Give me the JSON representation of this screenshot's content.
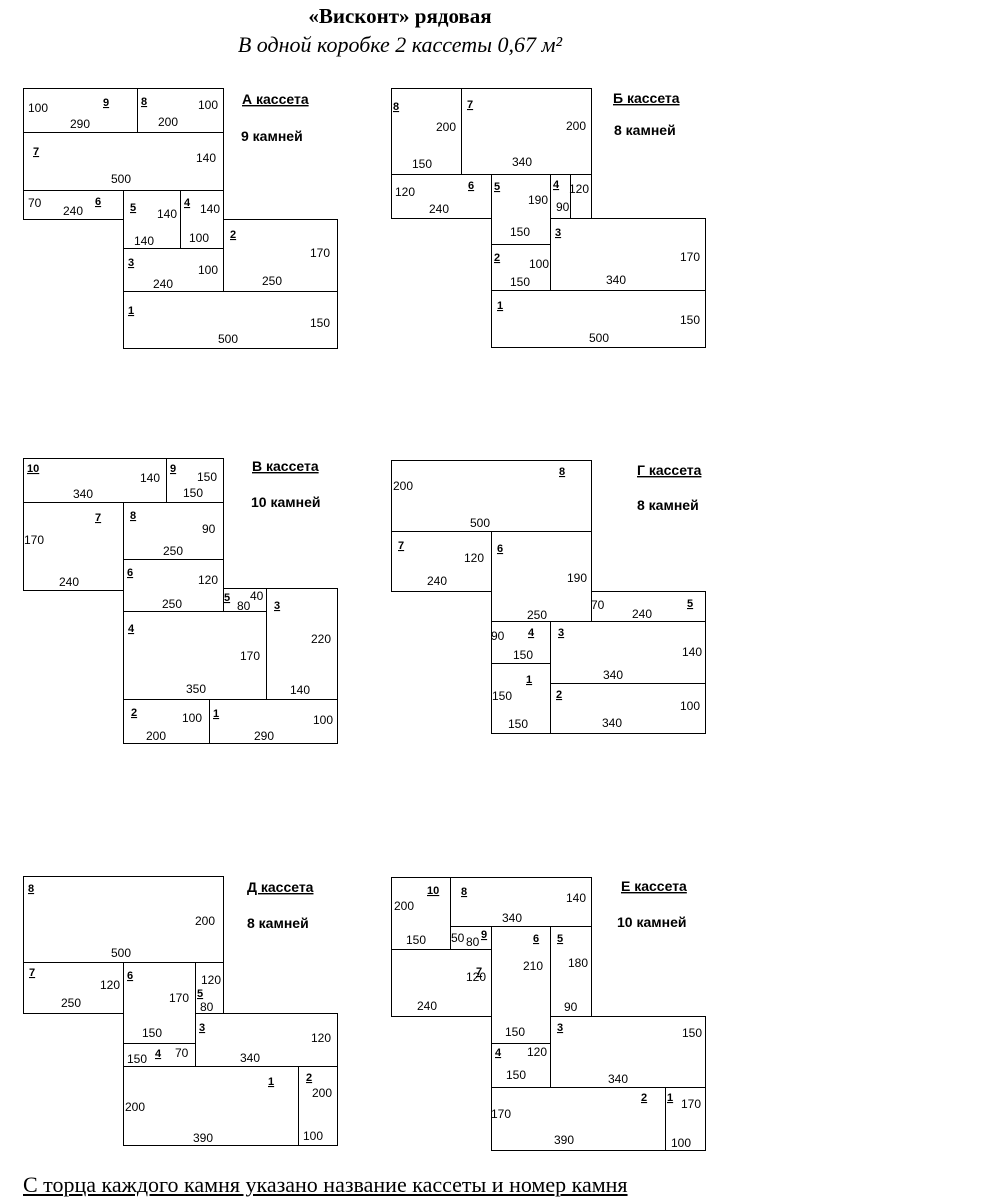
{
  "header": {
    "title": "«Висконт» рядовая",
    "subtitle": "В одной коробке 2 кассеты  0,67 м²"
  },
  "footer": {
    "note": "С торца каждого камня указано название кассеты и номер камня"
  },
  "cassettes": [
    {
      "id": "a",
      "title": "А кассета",
      "count": "9 камней",
      "stones": [
        {
          "num": "1",
          "dims": [
            "150",
            "500"
          ]
        },
        {
          "num": "2",
          "dims": [
            "170",
            "250"
          ]
        },
        {
          "num": "3",
          "dims": [
            "100",
            "240"
          ]
        },
        {
          "num": "4",
          "dims": [
            "140",
            "100"
          ]
        },
        {
          "num": "5",
          "dims": [
            "140",
            "140"
          ]
        },
        {
          "num": "6",
          "dims": [
            "70",
            "240"
          ]
        },
        {
          "num": "7",
          "dims": [
            "140",
            "500"
          ]
        },
        {
          "num": "8",
          "dims": [
            "100",
            "200"
          ]
        },
        {
          "num": "9",
          "dims": [
            "100",
            "290"
          ]
        }
      ]
    },
    {
      "id": "b",
      "title": "Б кассета",
      "count": "8 камней",
      "stones": [
        {
          "num": "1",
          "dims": [
            "150",
            "500"
          ]
        },
        {
          "num": "2",
          "dims": [
            "100",
            "150"
          ]
        },
        {
          "num": "3",
          "dims": [
            "170",
            "340"
          ]
        },
        {
          "num": "4",
          "dims": [
            "120",
            "90"
          ]
        },
        {
          "num": "5",
          "dims": [
            "190",
            "150"
          ]
        },
        {
          "num": "6",
          "dims": [
            "120",
            "240"
          ]
        },
        {
          "num": "7",
          "dims": [
            "200",
            "340"
          ]
        },
        {
          "num": "8",
          "dims": [
            "200",
            "150"
          ]
        }
      ]
    },
    {
      "id": "v",
      "title": "В кассета",
      "count": "10 камней",
      "stones": [
        {
          "num": "1",
          "dims": [
            "100",
            "290"
          ]
        },
        {
          "num": "2",
          "dims": [
            "100",
            "200"
          ]
        },
        {
          "num": "3",
          "dims": [
            "220",
            "140"
          ]
        },
        {
          "num": "4",
          "dims": [
            "170",
            "350"
          ]
        },
        {
          "num": "5",
          "dims": [
            "40",
            "80"
          ]
        },
        {
          "num": "6",
          "dims": [
            "120",
            "250"
          ]
        },
        {
          "num": "7",
          "dims": [
            "170",
            "240"
          ]
        },
        {
          "num": "8",
          "dims": [
            "90",
            "250"
          ]
        },
        {
          "num": "9",
          "dims": [
            "150",
            "150"
          ]
        },
        {
          "num": "10",
          "dims": [
            "140",
            "340"
          ]
        }
      ]
    },
    {
      "id": "g",
      "title": "Г кассета",
      "count": "8 камней",
      "stones": [
        {
          "num": "1",
          "dims": [
            "150",
            "150"
          ]
        },
        {
          "num": "2",
          "dims": [
            "100",
            "340"
          ]
        },
        {
          "num": "3",
          "dims": [
            "140",
            "340"
          ]
        },
        {
          "num": "4",
          "dims": [
            "90",
            "150"
          ]
        },
        {
          "num": "5",
          "dims": [
            "70",
            "240"
          ]
        },
        {
          "num": "6",
          "dims": [
            "190",
            "250"
          ]
        },
        {
          "num": "7",
          "dims": [
            "120",
            "240"
          ]
        },
        {
          "num": "8",
          "dims": [
            "200",
            "500"
          ]
        }
      ]
    },
    {
      "id": "d",
      "title": "Д кассета",
      "count": "8 камней",
      "stones": [
        {
          "num": "1",
          "dims": [
            "200",
            "390"
          ]
        },
        {
          "num": "2",
          "dims": [
            "200",
            "100"
          ]
        },
        {
          "num": "3",
          "dims": [
            "120",
            "340"
          ]
        },
        {
          "num": "4",
          "dims": [
            "150",
            "70"
          ]
        },
        {
          "num": "5",
          "dims": [
            "120",
            "80"
          ]
        },
        {
          "num": "6",
          "dims": [
            "170",
            "150"
          ]
        },
        {
          "num": "7",
          "dims": [
            "120",
            "250"
          ]
        },
        {
          "num": "8",
          "dims": [
            "200",
            "500"
          ]
        }
      ]
    },
    {
      "id": "e",
      "title": "Е кассета",
      "count": "10 камней",
      "stones": [
        {
          "num": "1",
          "dims": [
            "170",
            "100"
          ]
        },
        {
          "num": "2",
          "dims": [
            "170",
            "390"
          ]
        },
        {
          "num": "3",
          "dims": [
            "150",
            "340"
          ]
        },
        {
          "num": "4",
          "dims": [
            "120",
            "150"
          ]
        },
        {
          "num": "5",
          "dims": [
            "180",
            "90"
          ]
        },
        {
          "num": "6",
          "dims": [
            "210",
            "150"
          ]
        },
        {
          "num": "7",
          "dims": [
            "120",
            "240"
          ]
        },
        {
          "num": "8",
          "dims": [
            "140",
            "340"
          ]
        },
        {
          "num": "9",
          "dims": [
            "50",
            "80"
          ]
        },
        {
          "num": "10",
          "dims": [
            "200",
            "150"
          ]
        }
      ]
    }
  ]
}
